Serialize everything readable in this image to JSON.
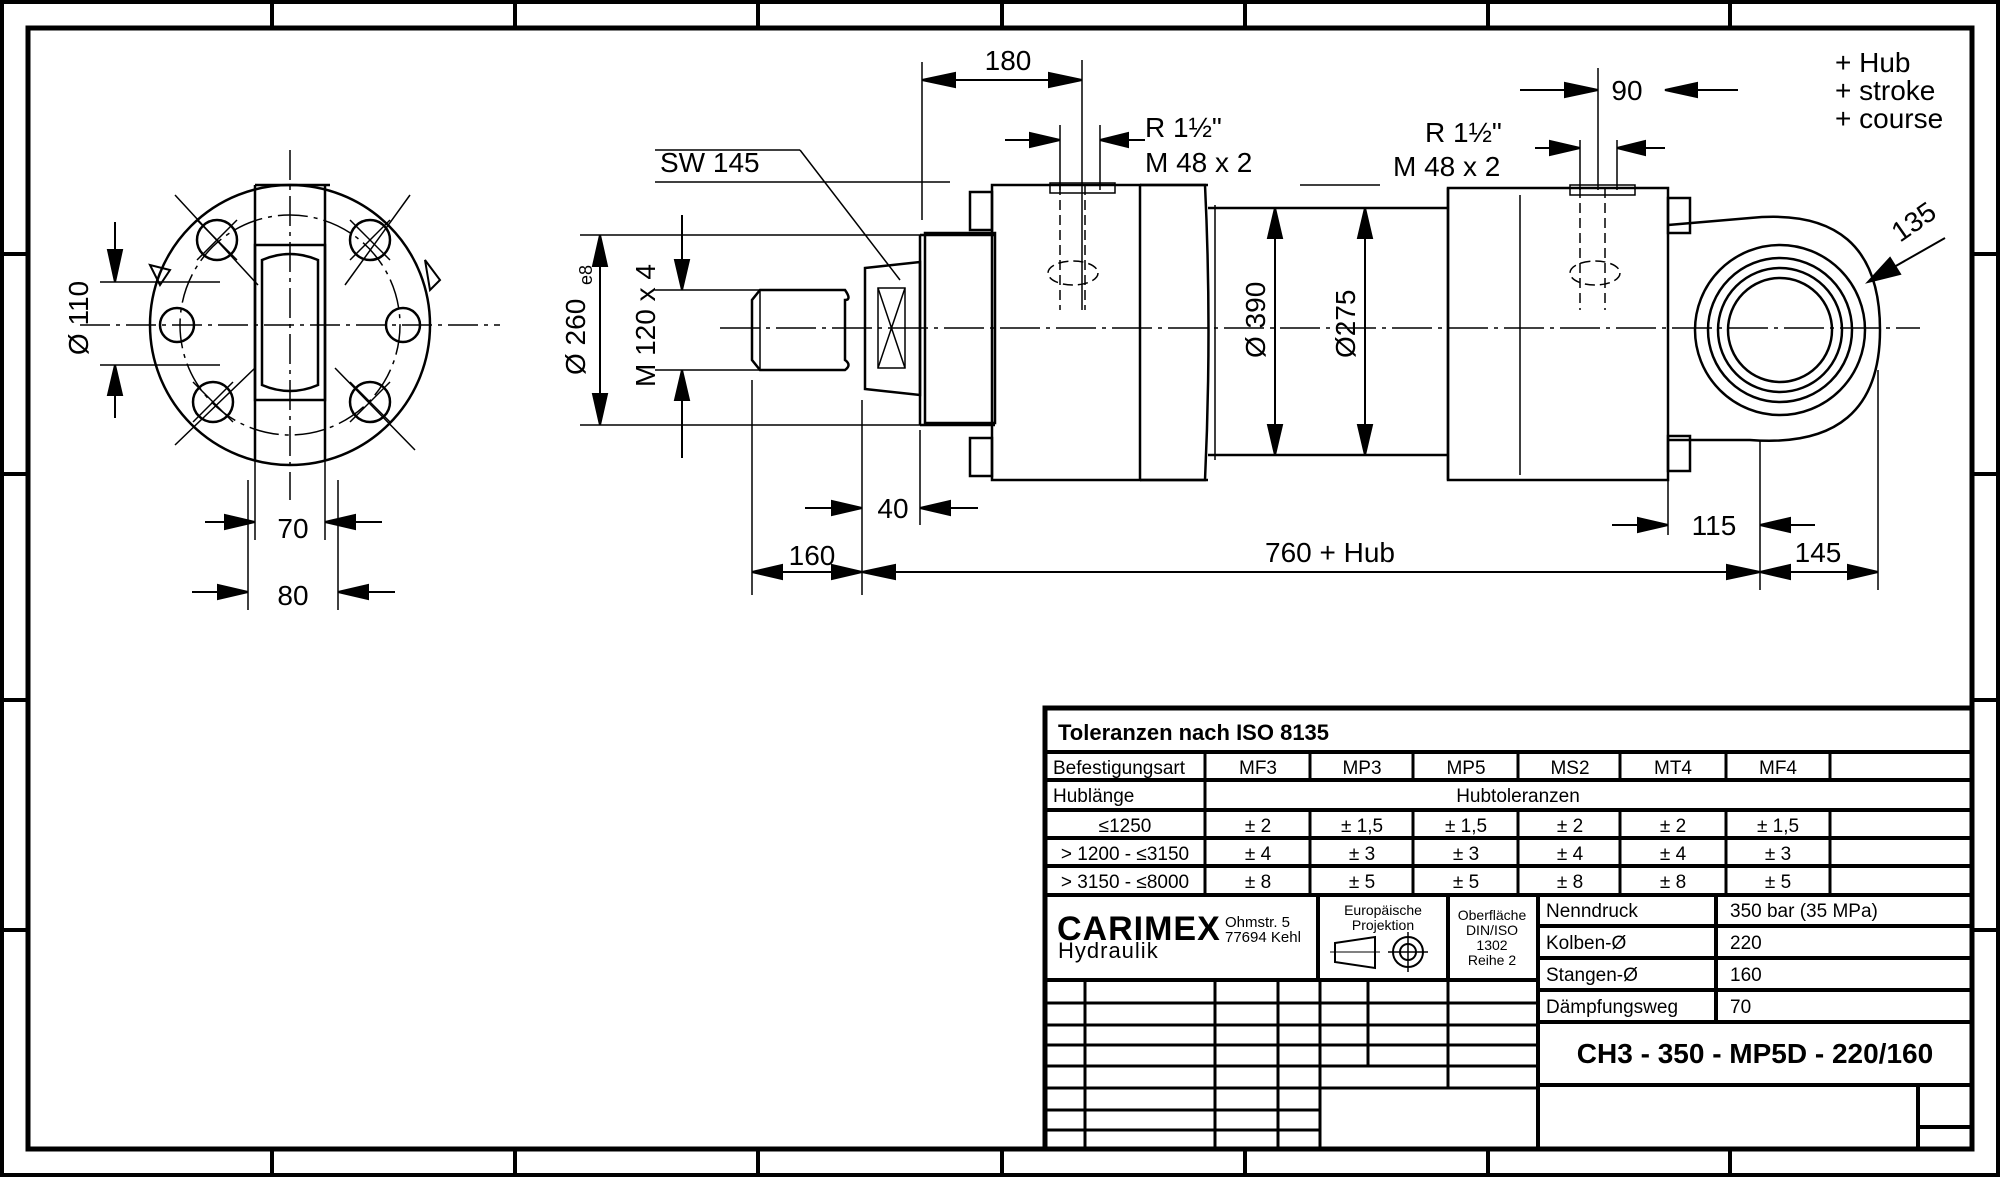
{
  "drawing": {
    "stroke_notes": [
      "+ Hub",
      "+ stroke",
      "+ course"
    ],
    "front_view": {
      "dim_bore": "Ø 110",
      "dim_70": "70",
      "dim_80": "80"
    },
    "side_view": {
      "dim_180": "180",
      "dim_90": "90",
      "port_left_thread": "R 1½\"",
      "port_left_metric": "M 48 x 2",
      "port_right_thread": "R 1½\"",
      "port_right_metric": "M 48 x 2",
      "wrench_size": "SW 145",
      "dim_260": "Ø 260",
      "dim_260_tol": "e8",
      "dim_rod_thread": "M 120 x 4",
      "dim_390": "Ø 390",
      "dim_275": "Ø275",
      "dim_135": "135",
      "dim_40": "40",
      "dim_115": "115",
      "dim_160": "160",
      "dim_760": "760 + Hub",
      "dim_145": "145"
    }
  },
  "tolerance_table": {
    "title": "Toleranzen nach ISO 8135",
    "mount_label": "Befestigungsart",
    "mounts": [
      "MF3",
      "MP3",
      "MP5",
      "MS2",
      "MT4",
      "MF4"
    ],
    "stroke_label": "Hublänge",
    "stroke_tol_label": "Hubtoleranzen",
    "rows": [
      {
        "range": "≤1250",
        "values": [
          "± 2",
          "± 1,5",
          "± 1,5",
          "± 2",
          "± 2",
          "± 1,5"
        ]
      },
      {
        "range": "> 1200 - ≤3150",
        "values": [
          "± 4",
          "± 3",
          "± 3",
          "± 4",
          "± 4",
          "± 3"
        ]
      },
      {
        "range": "> 3150 - ≤8000",
        "values": [
          "± 8",
          "± 5",
          "± 5",
          "± 8",
          "± 8",
          "± 5"
        ]
      }
    ]
  },
  "title_block": {
    "company": "CARIMEX",
    "company_sub": "Hydraulik",
    "address_line1": "Ohmstr. 5",
    "address_line2": "77694 Kehl",
    "projection_line1": "Europäische",
    "projection_line2": "Projektion",
    "surface_line1": "Oberfläche",
    "surface_line2": "DIN/ISO",
    "surface_line3": "1302",
    "surface_line4": "Reihe 2",
    "specs": [
      {
        "label": "Nenndruck",
        "value": "350 bar (35 MPa)"
      },
      {
        "label": "Kolben-Ø",
        "value": "220"
      },
      {
        "label": "Stangen-Ø",
        "value": "160"
      },
      {
        "label": "Dämpfungsweg",
        "value": "70"
      }
    ],
    "designation": "CH3 - 350 - MP5D - 220/160"
  }
}
